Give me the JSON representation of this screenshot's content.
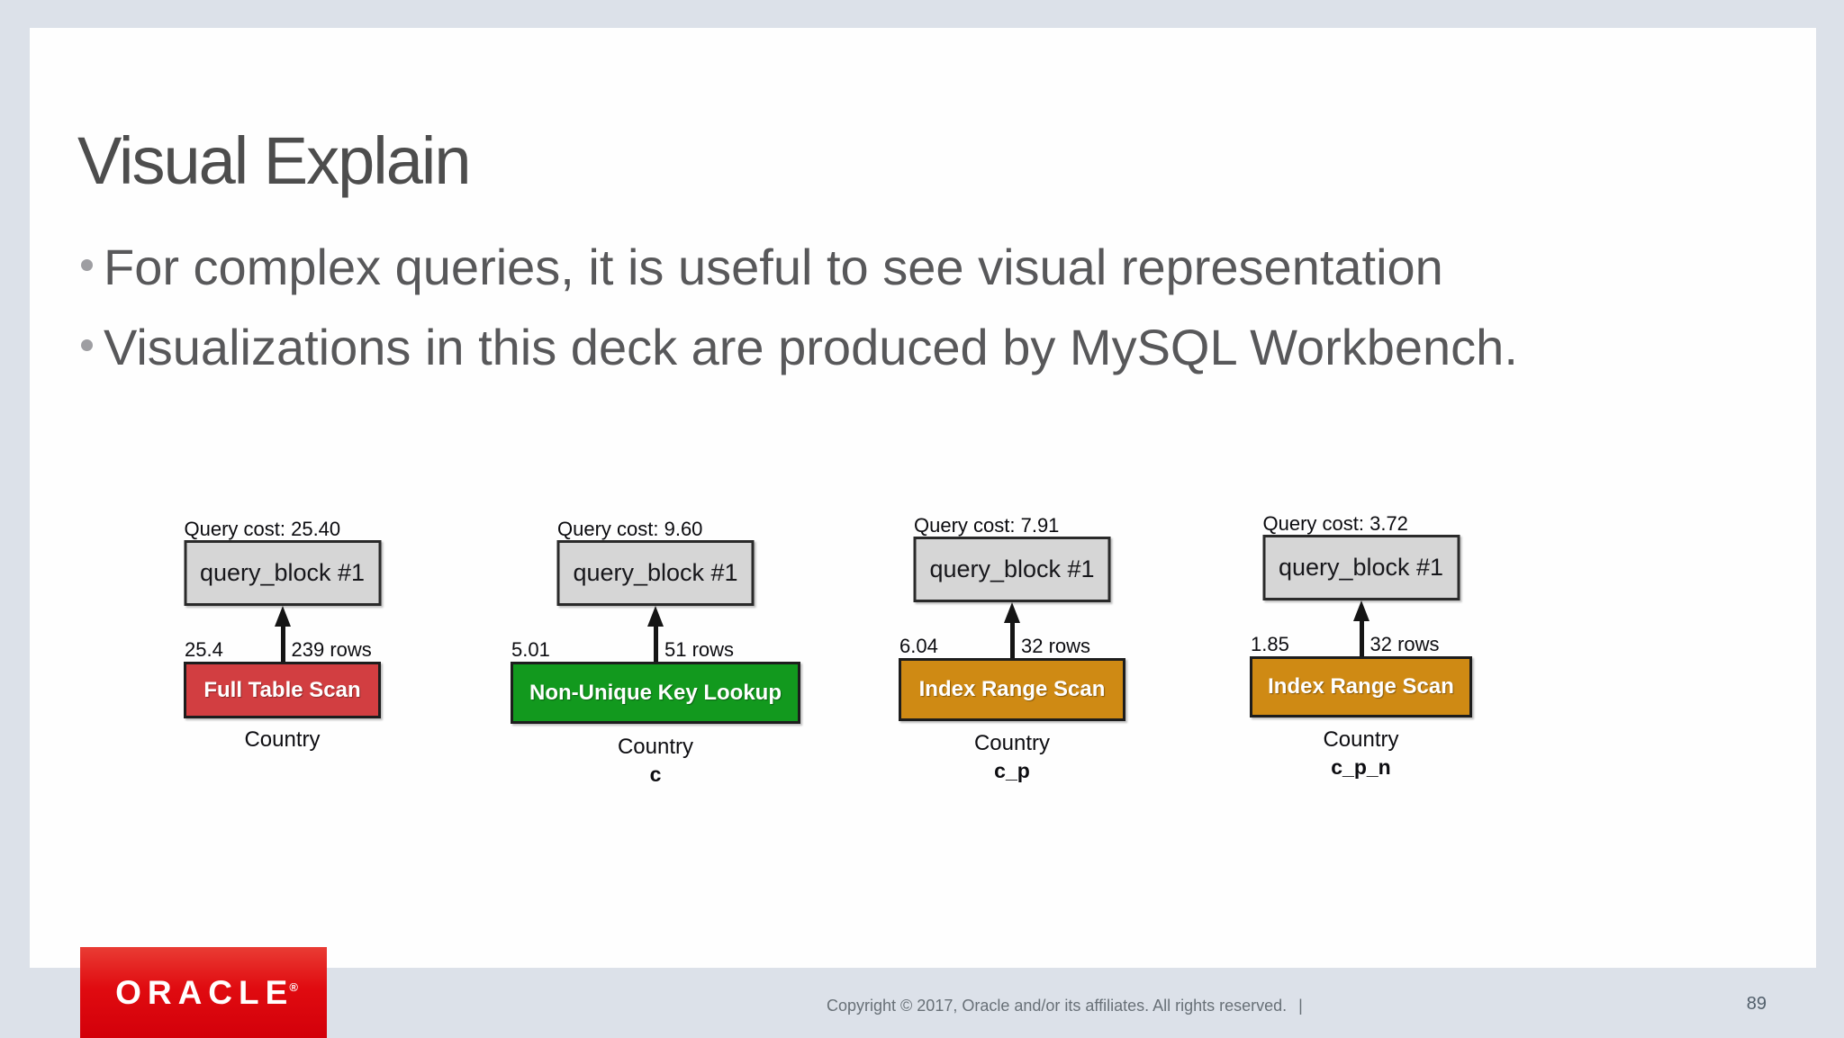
{
  "slide": {
    "title": "Visual Explain",
    "bullets": [
      "For complex queries, it is useful to see visual representation",
      "Visualizations in this deck are produced by MySQL Workbench."
    ]
  },
  "diagrams": [
    {
      "query_cost": "Query cost: 25.40",
      "block": "query_block #1",
      "cost": "25.4",
      "rows": "239 rows",
      "operation": "Full Table Scan",
      "op_color": "#d23e41",
      "table": "Country"
    },
    {
      "query_cost": "Query cost: 9.60",
      "block": "query_block #1",
      "cost": "5.01",
      "rows": "51 rows",
      "operation": "Non-Unique Key Lookup",
      "op_color": "#12991e",
      "table": "Country",
      "index": "c"
    },
    {
      "query_cost": "Query cost: 7.91",
      "block": "query_block #1",
      "cost": "6.04",
      "rows": "32 rows",
      "operation": "Index Range Scan",
      "op_color": "#cf8a14",
      "table": "Country",
      "index": "c_p"
    },
    {
      "query_cost": "Query cost: 3.72",
      "block": "query_block #1",
      "cost": "1.85",
      "rows": "32 rows",
      "operation": "Index Range Scan",
      "op_color": "#cf8a14",
      "table": "Country",
      "index": "c_p_n"
    }
  ],
  "footer": {
    "logo_text": "ORACLE",
    "registered_mark": "®",
    "copyright": "Copyright © 2017, Oracle and/or its affiliates. All rights reserved.",
    "separator": "|",
    "page_number": "89"
  },
  "colors": {
    "frame": "#dce1e9",
    "card": "#fefefe",
    "full_table_scan": "#d23e41",
    "non_unique_key_lookup": "#12991e",
    "index_range_scan": "#cf8a14",
    "query_block_fill": "#d6d6d6",
    "oracle_red": "#e00b10"
  }
}
